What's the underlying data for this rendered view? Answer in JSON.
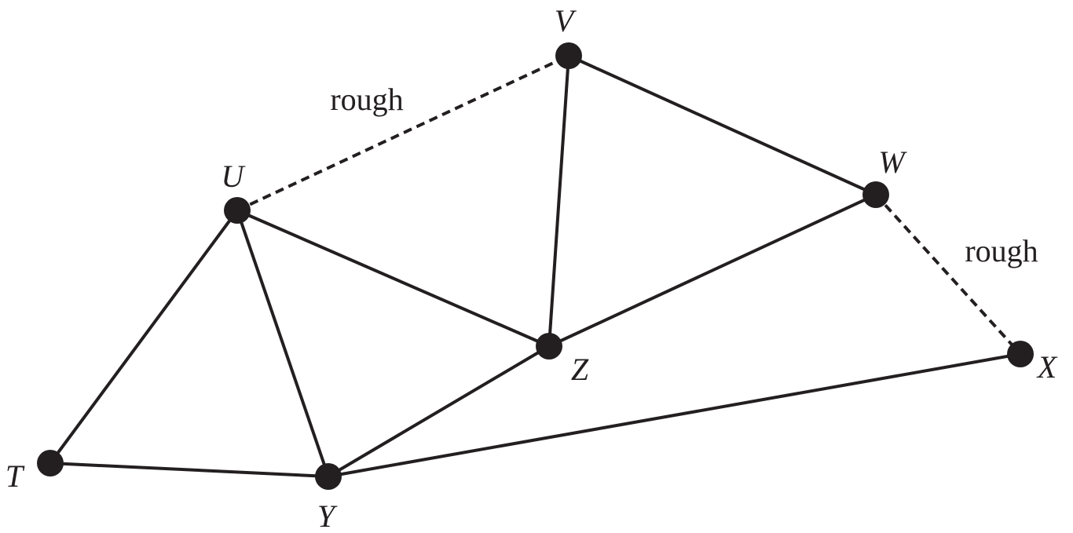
{
  "diagram": {
    "nodes": [
      {
        "id": "V",
        "label": "V"
      },
      {
        "id": "W",
        "label": "W"
      },
      {
        "id": "U",
        "label": "U"
      },
      {
        "id": "Z",
        "label": "Z"
      },
      {
        "id": "X",
        "label": "X"
      },
      {
        "id": "T",
        "label": "T"
      },
      {
        "id": "Y",
        "label": "Y"
      }
    ],
    "edges": [
      {
        "from": "U",
        "to": "V",
        "style": "dashed",
        "label": "rough"
      },
      {
        "from": "W",
        "to": "X",
        "style": "dashed",
        "label": "rough"
      },
      {
        "from": "V",
        "to": "W",
        "style": "solid"
      },
      {
        "from": "V",
        "to": "Z",
        "style": "solid"
      },
      {
        "from": "W",
        "to": "Z",
        "style": "solid"
      },
      {
        "from": "U",
        "to": "Z",
        "style": "solid"
      },
      {
        "from": "U",
        "to": "T",
        "style": "solid"
      },
      {
        "from": "U",
        "to": "Y",
        "style": "solid"
      },
      {
        "from": "T",
        "to": "Y",
        "style": "solid"
      },
      {
        "from": "Y",
        "to": "Z",
        "style": "solid"
      },
      {
        "from": "Y",
        "to": "X",
        "style": "solid"
      }
    ]
  }
}
